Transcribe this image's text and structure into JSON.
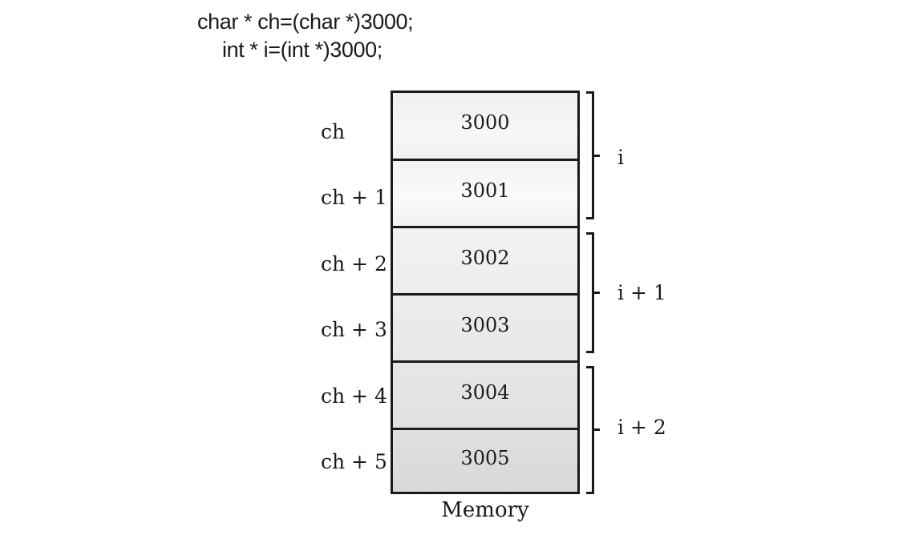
{
  "code": {
    "line1": "char * ch=(char *)3000;",
    "line2": "int * i=(int *)3000;"
  },
  "memory": {
    "cells": [
      "3000",
      "3001",
      "3002",
      "3003",
      "3004",
      "3005"
    ],
    "caption": "Memory"
  },
  "char_pointers": [
    "ch",
    "ch + 1",
    "ch + 2",
    "ch + 3",
    "ch + 4",
    "ch + 5"
  ],
  "int_pointers": [
    "i",
    "i + 1",
    "i + 2"
  ]
}
